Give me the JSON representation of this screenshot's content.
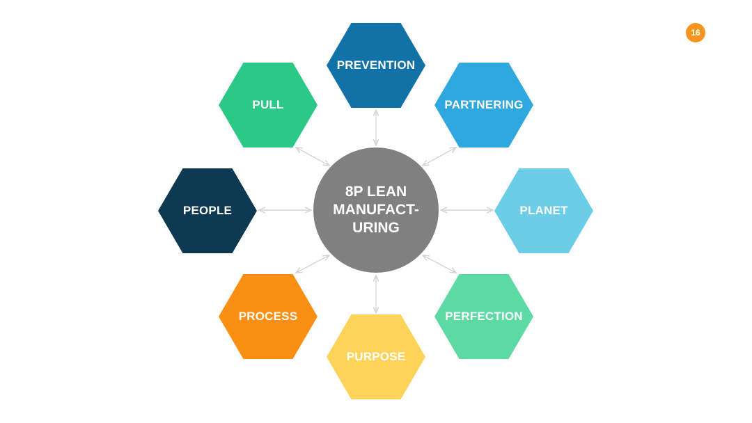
{
  "page_number": "16",
  "colors": {
    "badge": "#f7941d",
    "center": "#808080",
    "connector": "#d4d4d4"
  },
  "center": {
    "label": "8P LEAN\nMANUFACT-\nURING"
  },
  "nodes": [
    {
      "id": "prevention",
      "label": "PREVENTION",
      "color": "#1272a7"
    },
    {
      "id": "partnering",
      "label": "PARTNERING",
      "color": "#2fa8e0"
    },
    {
      "id": "planet",
      "label": "PLANET",
      "color": "#6bcde8"
    },
    {
      "id": "perfection",
      "label": "PERFECTION",
      "color": "#5dd9a4"
    },
    {
      "id": "purpose",
      "label": "PURPOSE",
      "color": "#fdd35a"
    },
    {
      "id": "process",
      "label": "PROCESS",
      "color": "#fb8f13"
    },
    {
      "id": "people",
      "label": "PEOPLE",
      "color": "#0d3a52"
    },
    {
      "id": "pull",
      "label": "PULL",
      "color": "#2cc886"
    }
  ]
}
